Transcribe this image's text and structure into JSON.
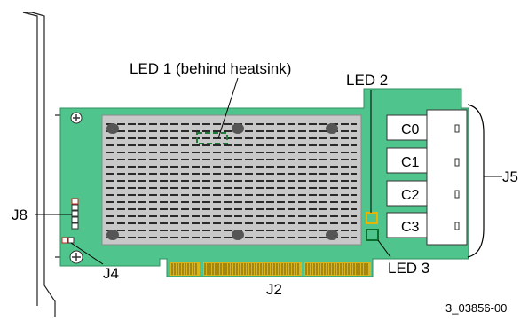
{
  "labels": {
    "led1": "LED 1 (behind heatsink)",
    "led2": "LED 2",
    "led3": "LED 3",
    "j8": "J8",
    "j4": "J4",
    "j2": "J2",
    "j5": "J5",
    "c0": "C0",
    "c1": "C1",
    "c2": "C2",
    "c3": "C3",
    "figure_id": "3_03856-00"
  },
  "colors": {
    "board": "#4fc48c",
    "board_edge": "#2f8f5e",
    "heatsink": "#c8c8c8",
    "gold": "#d9b41a",
    "led2": "#e8b400",
    "led3": "#0a6e2e",
    "led1": "#1f7a3a",
    "screw": "#555555"
  }
}
